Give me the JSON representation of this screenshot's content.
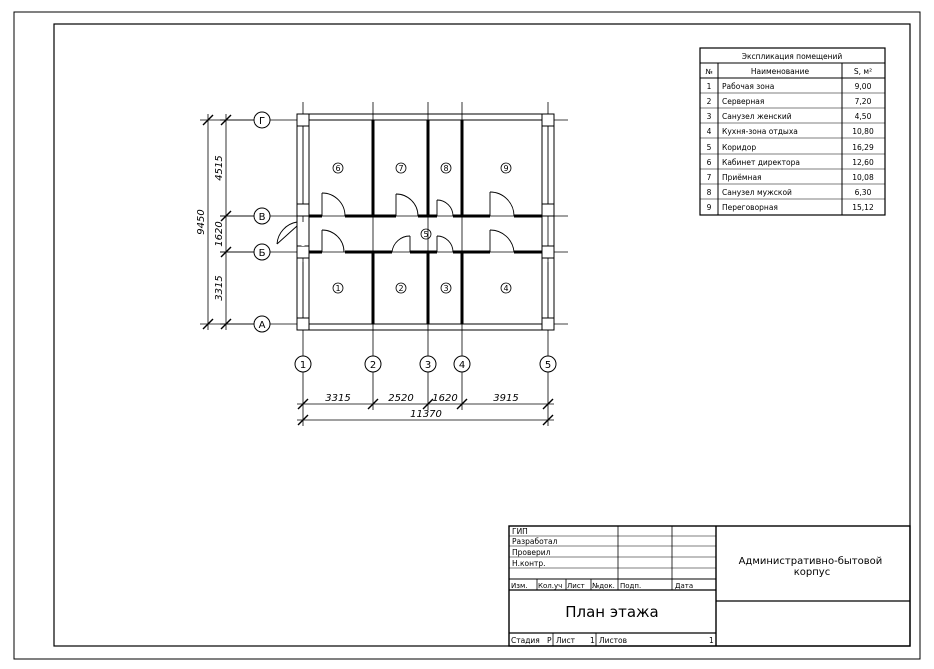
{
  "axes": {
    "letters": [
      "Г",
      "В",
      "Б",
      "А"
    ],
    "numbers": [
      "1",
      "2",
      "3",
      "4",
      "5"
    ]
  },
  "dims": {
    "horizontal": [
      "3315",
      "2520",
      "1620",
      "3915"
    ],
    "horizontal_total": "11370",
    "vertical": [
      "4515",
      "1620",
      "3315"
    ],
    "vertical_total": "9450"
  },
  "rooms": [
    "1",
    "2",
    "3",
    "4",
    "5",
    "6",
    "7",
    "8",
    "9"
  ],
  "explication": {
    "title": "Экспликация помещений",
    "headers": [
      "№",
      "Наименование",
      "S, м²"
    ],
    "rows": [
      [
        "1",
        "Рабочая зона",
        "9,00"
      ],
      [
        "2",
        "Серверная",
        "7,20"
      ],
      [
        "3",
        "Санузел женский",
        "4,50"
      ],
      [
        "4",
        "Кухня-зона отдыха",
        "10,80"
      ],
      [
        "5",
        "Коридор",
        "16,29"
      ],
      [
        "6",
        "Кабинет директора",
        "12,60"
      ],
      [
        "7",
        "Приёмная",
        "10,08"
      ],
      [
        "8",
        "Санузел мужской",
        "6,30"
      ],
      [
        "9",
        "Переговорная",
        "15,12"
      ]
    ]
  },
  "stamp": {
    "roles": [
      "ГИП",
      "Разработал",
      "Проверил",
      "Н.контр."
    ],
    "columns": [
      "Изм.",
      "Кол.уч",
      "Лист",
      "№док.",
      "Подп.",
      "Дата"
    ],
    "project": "Административно-бытовой корпус",
    "sheet_title": "План этажа",
    "stage_label": "Стадия",
    "stage_value": "Р",
    "sheet_label": "Лист",
    "sheet_value": "1",
    "sheets_label": "Листов",
    "sheets_value": "1"
  }
}
